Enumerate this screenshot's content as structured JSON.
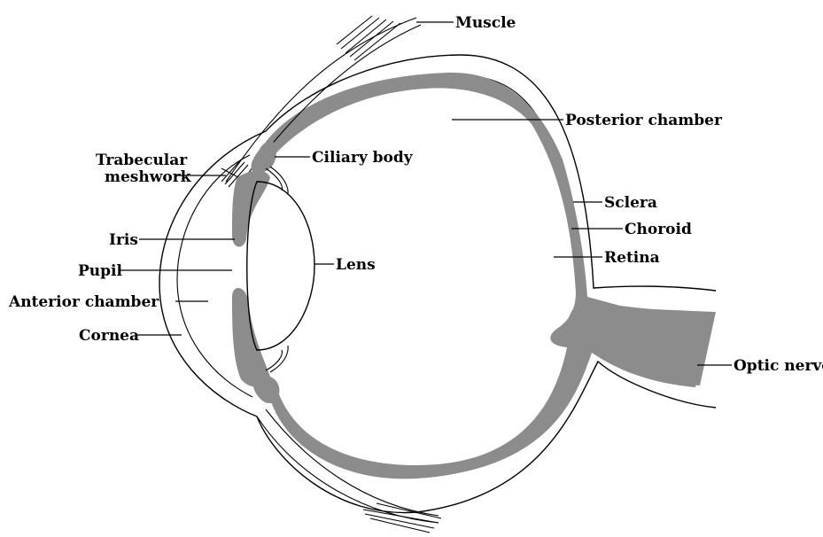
{
  "labels": {
    "muscle": "Muscle",
    "posterior_chamber": "Posterior chamber",
    "ciliary_body": "Ciliary body",
    "trabecular_1": "Trabecular",
    "trabecular_2": "meshwork",
    "sclera": "Sclera",
    "choroid": "Choroid",
    "iris": "Iris",
    "lens": "Lens",
    "retina": "Retina",
    "pupil": "Pupil",
    "anterior_chamber": "Anterior chamber",
    "cornea": "Cornea",
    "optic_nerve": "Optic nerve"
  },
  "colors": {
    "tissue": "#8c8c8c",
    "line": "#000000",
    "background": "#ffffff"
  }
}
